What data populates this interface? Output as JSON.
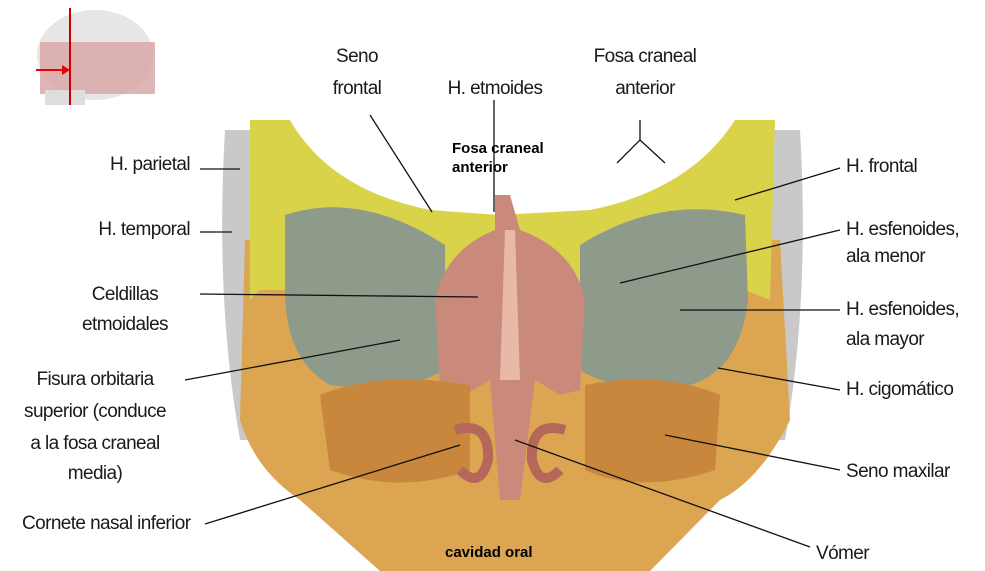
{
  "labels_left": {
    "parietal": "H. parietal",
    "temporal": "H. temporal",
    "celdillas_1": "Celdillas",
    "celdillas_2": "etmoidales",
    "fisura_1": "Fisura orbitaria",
    "fisura_2": "superior (conduce",
    "fisura_3": "a la fosa craneal",
    "fisura_4": "media)",
    "cornete": "Cornete nasal inferior"
  },
  "labels_top": {
    "seno_frontal_1": "Seno",
    "seno_frontal_2": "frontal",
    "etmoides": "H. etmoides",
    "fosa_1": "Fosa craneal",
    "fosa_2": "anterior"
  },
  "labels_right": {
    "frontal": "H. frontal",
    "ala_menor_1": "H. esfenoides,",
    "ala_menor_2": "ala menor",
    "ala_mayor_1": "H. esfenoides,",
    "ala_mayor_2": "ala mayor",
    "cigomatico": "H. cigomático",
    "seno_maxilar": "Seno maxilar",
    "vomer": "Vómer"
  },
  "annotations": {
    "fosa_1": "Fosa craneal",
    "fosa_2": "anterior",
    "cavidad_oral": "cavidad oral"
  },
  "colors": {
    "bone_yellow": "#d9d34a",
    "bone_tan": "#dca552",
    "orbit_gray": "#8e9a8a",
    "ethmoid_pink": "#c98a7c",
    "temporal_gray": "#c9c9c9"
  }
}
